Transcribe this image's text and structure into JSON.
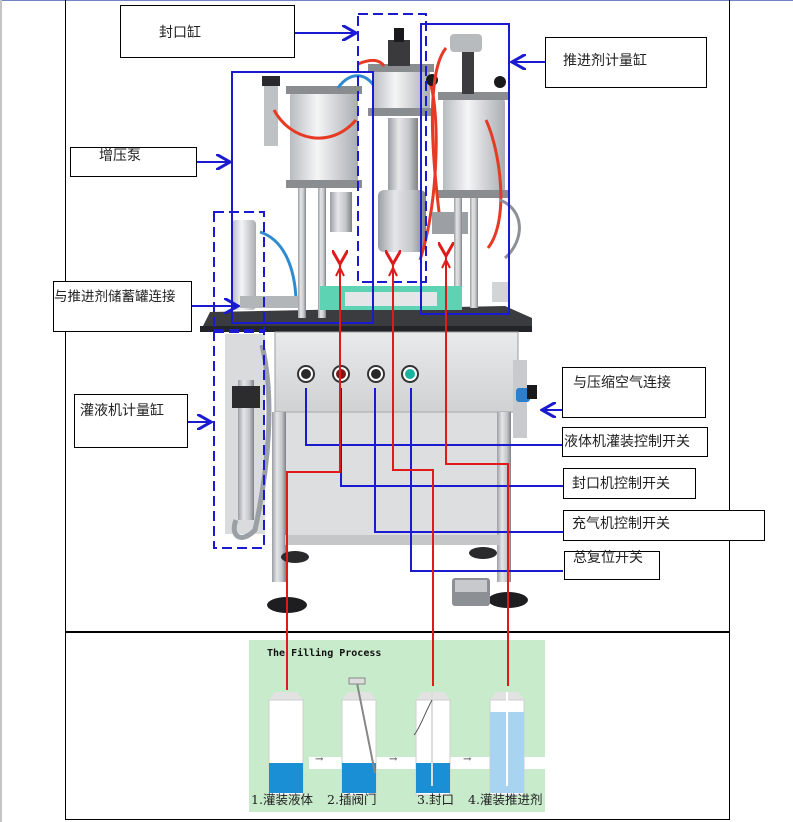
{
  "diagram": {
    "title": "Aerosol Filling Machine – Component Labels",
    "colors": {
      "callout_arrow": "#1a1ad0",
      "process_line": "#e01a1a",
      "frame": "#000000",
      "process_panel_bg": "#c8ebcc",
      "liquid": "#1a8fd6",
      "propellant": "#a8d4f2",
      "switch_green": "#19b3a0"
    },
    "labels": {
      "sealing_cylinder": "封口缸",
      "propellant_metering_cylinder": "推进剂计量缸",
      "booster_pump": "增压泵",
      "propellant_tank_connection": "与推进剂储蓄罐连接",
      "liquid_filler_metering_cylinder": "灌液机计量缸",
      "compressed_air_connection": "与压缩空气连接",
      "liquid_filling_switch": "液体机灌装控制开关",
      "sealing_switch": "封口机控制开关",
      "gas_filling_switch": "充气机控制开关",
      "master_reset_switch": "总复位开关"
    },
    "process": {
      "title": "The Filling Process",
      "steps": [
        {
          "num": "1.",
          "label": "灌装液体"
        },
        {
          "num": "2.",
          "label": "插阀门"
        },
        {
          "num": "3.",
          "label": "封口"
        },
        {
          "num": "4.",
          "label": "灌装推进剂"
        }
      ],
      "arrow_glyph": "→"
    }
  }
}
